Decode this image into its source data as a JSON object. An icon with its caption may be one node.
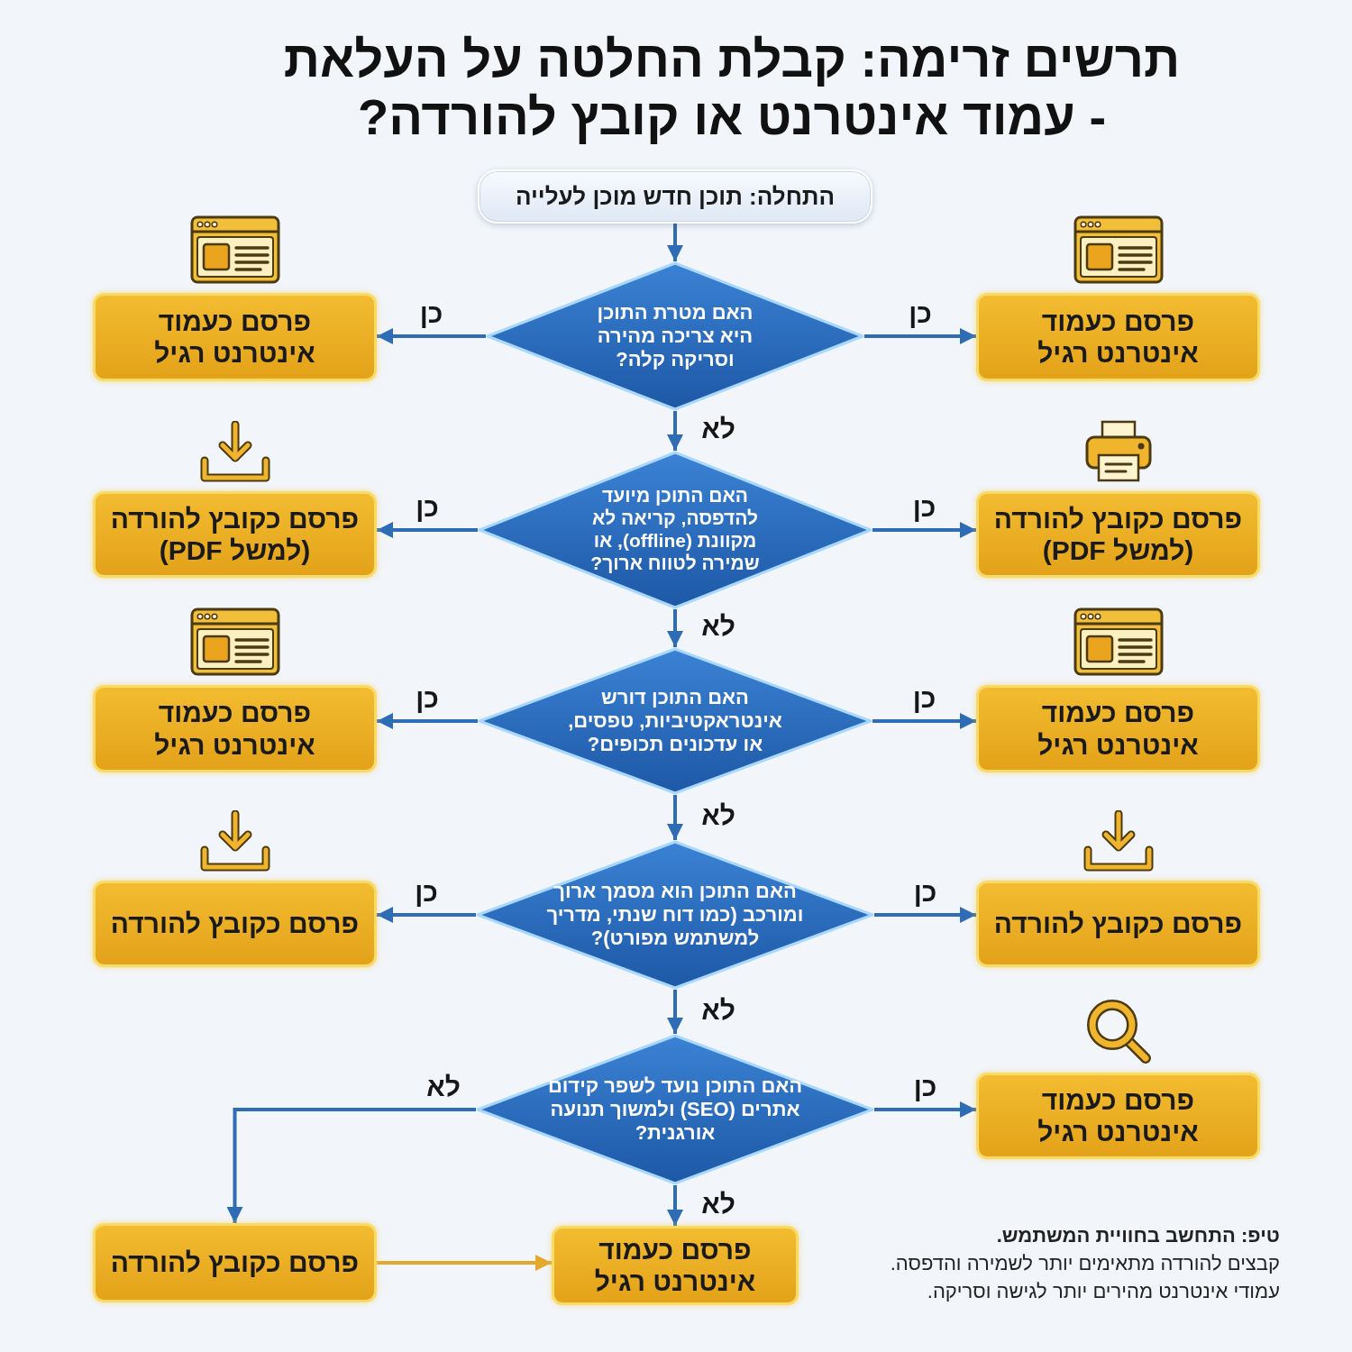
{
  "diagram": {
    "title": "תרשים זרימה: קבלת החלטה על העלאת - עמוד אינטרנט או קובץ להורדה?",
    "nodes": [
      {
        "text": [
          "התחלה: תוכן חדש מוכן לעלייה"
        ]
      },
      {
        "text": [
          "האם מטרת התוכן היא צריכה מהירה וסריקה קלה?"
        ]
      },
      {
        "text": [
          "פרסם כעמוד אינטרנט רגיל"
        ]
      },
      {
        "text": [
          "פרסם כעמוד אינטרנט רגיל"
        ]
      },
      {
        "text": [
          "האם התוכן מיועד להדפסה, קריאה לא מקוונת (offline), או שמירה לטווח ארוך?"
        ]
      },
      {
        "text": [
          "פרסם כקובץ להורדה (למשל PDF)"
        ]
      },
      {
        "text": [
          "פרסם כקובץ להורדה (למשל PDF)"
        ]
      },
      {
        "text": [
          "האם התוכן דורש אינטראקטיביות, טפסים, או עדכונים תכופים?"
        ]
      },
      {
        "text": [
          "פרסם כעמוד אינטרנט רגיל"
        ]
      },
      {
        "text": [
          "פרסם כעמוד אינטרנט רגיל"
        ]
      },
      {
        "text": [
          "האם התוכן הוא מסמך ארוך ומורכב (כמו דוח שנתי, מדריך למשתמש מפורט)?"
        ]
      },
      {
        "text": [
          "פרסם כקובץ להורדה"
        ]
      },
      {
        "text": [
          "פרסם כקובץ להורדה"
        ]
      },
      {
        "text": [
          "האם התוכן נועד לשפר קידום אתרים (SEO) ולמשוך תנועה אורגנית?"
        ]
      },
      {
        "text": [
          "פרסם כעמוד אינטרנט רגיל"
        ]
      },
      {
        "text": [
          "פרסם כעמוד אינטרנט רגיל"
        ]
      },
      {
        "text": [
          "פרסם כקובץ להורדה"
        ]
      }
    ],
    "edges": [
      {
        "from": 0,
        "to": 1,
        "arrow": "to"
      },
      {
        "from": 1,
        "to": 2,
        "arrow": "to",
        "label": "כן"
      },
      {
        "from": 1,
        "to": 3,
        "arrow": "to",
        "label": "כן"
      },
      {
        "from": 1,
        "to": 4,
        "arrow": "to",
        "label": "לא"
      },
      {
        "from": 4,
        "to": 5,
        "arrow": "to",
        "label": "כן"
      },
      {
        "from": 4,
        "to": 6,
        "arrow": "to",
        "label": "כן"
      },
      {
        "from": 4,
        "to": 7,
        "arrow": "to",
        "label": "לא"
      },
      {
        "from": 7,
        "to": 8,
        "arrow": "to",
        "label": "כן"
      },
      {
        "from": 7,
        "to": 9,
        "arrow": "to",
        "label": "כן"
      },
      {
        "from": 7,
        "to": 10,
        "arrow": "to",
        "label": "לא"
      },
      {
        "from": 10,
        "to": 11,
        "arrow": "to",
        "label": "כן"
      },
      {
        "from": 10,
        "to": 12,
        "arrow": "to",
        "label": "כן"
      },
      {
        "from": 10,
        "to": 13,
        "arrow": "to",
        "label": "לא"
      },
      {
        "from": 13,
        "to": 14,
        "arrow": "to",
        "label": "כן"
      },
      {
        "from": 13,
        "to": 16,
        "arrow": "to",
        "label": "לא"
      },
      {
        "from": 13,
        "to": 15,
        "arrow": "to",
        "label": "לא"
      },
      {
        "from": 16,
        "to": 15,
        "arrow": "to",
        "color": "#e3a82a"
      }
    ],
    "labels": [
      "טיפ: התחשב בחוויית המשתמש.",
      "קבצים להורדה מתאימים יותר לשמירה והדפסה.",
      "עמודי אינטרנט מהירים יותר לגישה וסריקה."
    ]
  }
}
